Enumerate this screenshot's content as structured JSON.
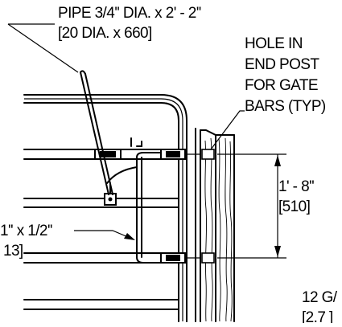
{
  "callouts": {
    "pipe_line1": "PIPE 3/4'' DIA. x 2' - 2''",
    "pipe_line2": "[20 DIA. x 660]",
    "hole_line1": "HOLE IN",
    "hole_line2": "END POST",
    "hole_line3": "FOR GATE",
    "hole_line4": "BARS (TYP)",
    "dim_imperial": "1' - 8''",
    "dim_metric": "[510]",
    "bar_line1": "1'' x 1/2''",
    "bar_line2": "13]",
    "gauge_line1": "12 G/",
    "gauge_line2": "[2.7 ]"
  }
}
